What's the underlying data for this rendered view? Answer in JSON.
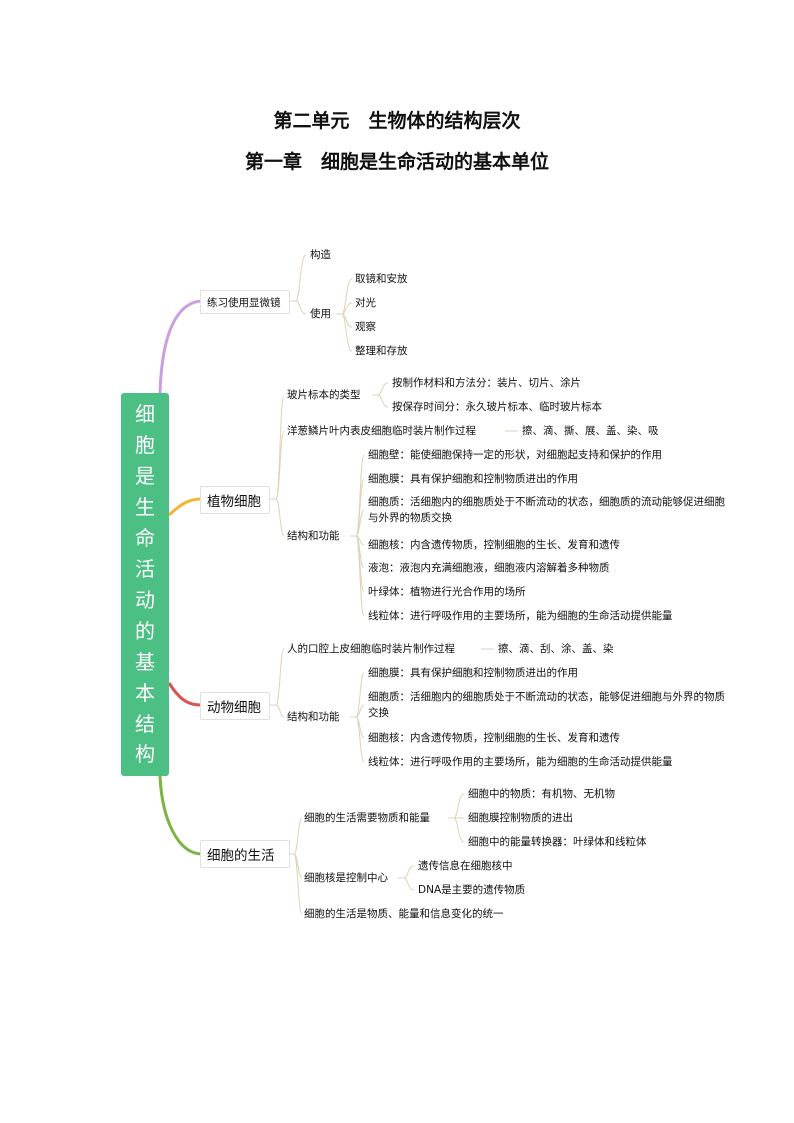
{
  "page": {
    "title1": "第二单元　生物体的结构层次",
    "title2": "第一章　细胞是生命活动的基本单位"
  },
  "root": {
    "chars": [
      "细",
      "胞",
      "是",
      "生",
      "命",
      "活",
      "动",
      "的",
      "基",
      "本",
      "结",
      "构"
    ]
  },
  "colors": {
    "root": "#4cbf84",
    "b1": "#c9a0dc",
    "b2": "#f2b632",
    "b3": "#d9534f",
    "b4": "#7cb342",
    "thin": "#ddd3b8"
  },
  "b1": {
    "label": "练习使用显微镜",
    "structure": "构造",
    "use": "使用",
    "use_items": [
      "取镜和安放",
      "对光",
      "观察",
      "整理和存放"
    ]
  },
  "b2": {
    "label": "植物细胞",
    "slide_types": "玻片标本的类型",
    "slide_items": [
      "按制作材料和方法分：装片、切片、涂片",
      "按保存时间分：永久玻片标本、临时玻片标本"
    ],
    "onion": "洋葱鳞片叶内表皮细胞临时装片制作过程",
    "onion_steps": "擦、滴、撕、展、盖、染、吸",
    "sf": "结构和功能",
    "sf_items": [
      "细胞壁：能使细胞保持一定的形状，对细胞起支持和保护的作用",
      "细胞膜：具有保护细胞和控制物质进出的作用",
      "细胞质：活细胞内的细胞质处于不断流动的状态，细胞质的流动能够促进细胞与外界的物质交换",
      "细胞核：内含遗传物质，控制细胞的生长、发育和遗传",
      "液泡：液泡内充满细胞液，细胞液内溶解着多种物质",
      "叶绿体：植物进行光合作用的场所",
      "线粒体：进行呼吸作用的主要场所，能为细胞的生命活动提供能量"
    ]
  },
  "b3": {
    "label": "动物细胞",
    "cheek": "人的口腔上皮细胞临时装片制作过程",
    "cheek_steps": "擦、滴、刮、涂、盖、染",
    "sf": "结构和功能",
    "sf_items": [
      "细胞膜：具有保护细胞和控制物质进出的作用",
      "细胞质：活细胞内的细胞质处于不断流动的状态，能够促进细胞与外界的物质交换",
      "细胞核：内含遗传物质，控制细胞的生长、发育和遗传",
      "线粒体：进行呼吸作用的主要场所，能为细胞的生命活动提供能量"
    ]
  },
  "b4": {
    "label": "细胞的生活",
    "needs": "细胞的生活需要物质和能量",
    "needs_items": [
      "细胞中的物质：有机物、无机物",
      "细胞膜控制物质的进出",
      "细胞中的能量转换器：叶绿体和线粒体"
    ],
    "nucleus": "细胞核是控制中心",
    "nucleus_items": [
      "遗传信息在细胞核中",
      "DNA是主要的遗传物质"
    ],
    "unity": "细胞的生活是物质、能量和信息变化的统一"
  }
}
